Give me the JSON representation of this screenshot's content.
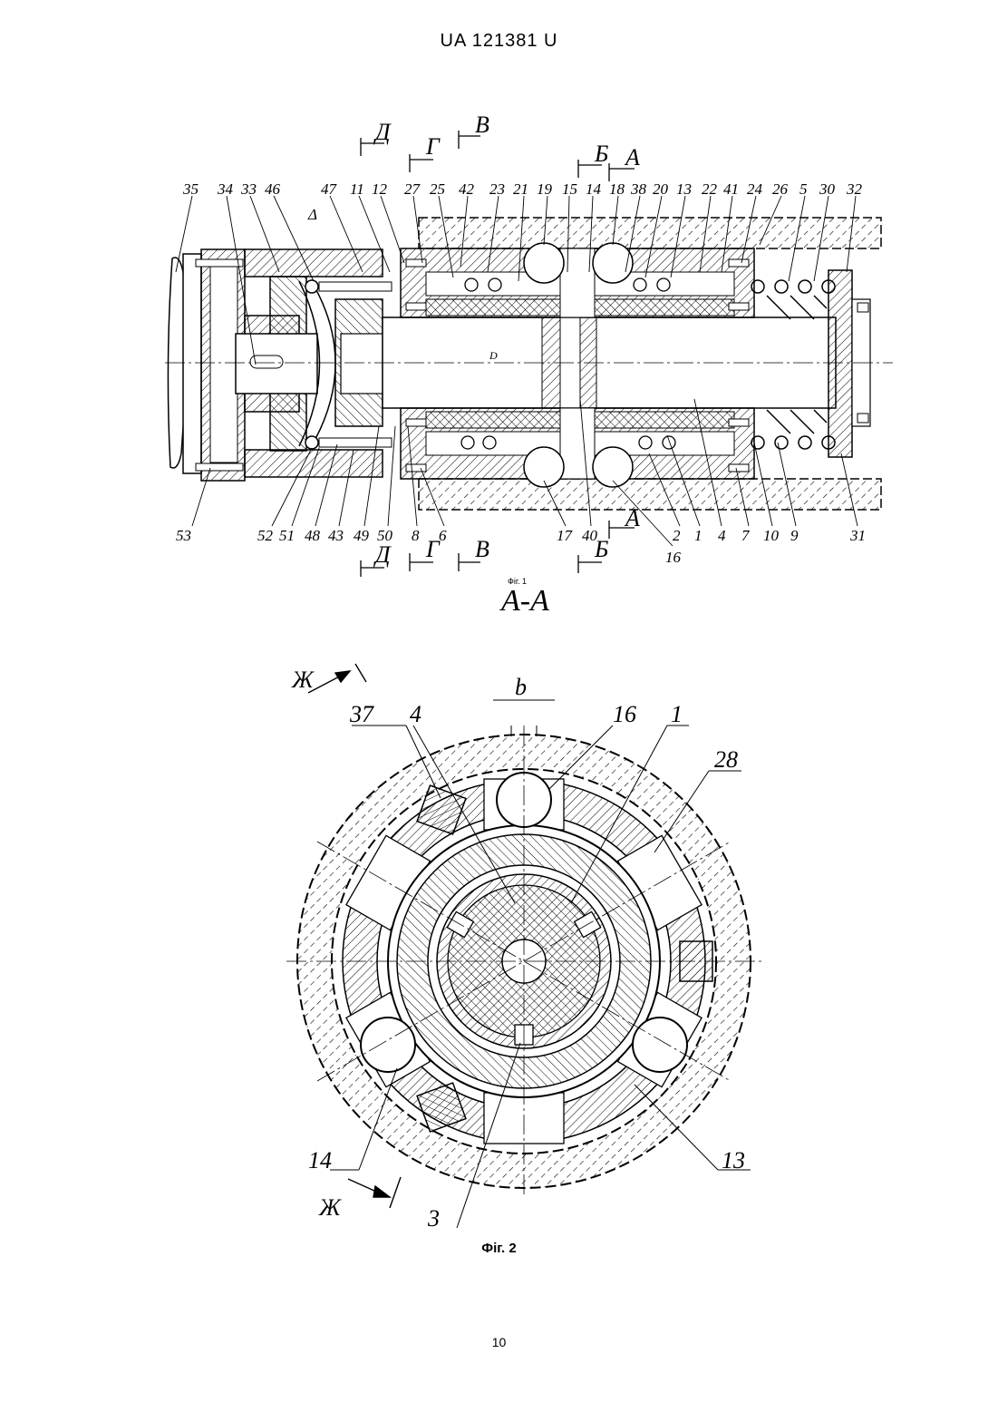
{
  "header": {
    "title": "UA   121381   U"
  },
  "page_number": "10",
  "figure1": {
    "caption": "Фіг. 1",
    "top_labels": [
      "35",
      "34",
      "33",
      "46",
      "47",
      "11",
      "12",
      "27",
      "25",
      "42",
      "23",
      "21",
      "19",
      "15",
      "14",
      "18",
      "38",
      "20",
      "13",
      "22",
      "41",
      "24",
      "26",
      "5",
      "30",
      "32"
    ],
    "bottom_labels": [
      "53",
      "52",
      "51",
      "48",
      "43",
      "49",
      "50",
      "8",
      "6",
      "17",
      "40",
      "2",
      "1",
      "4",
      "7",
      "10",
      "9",
      "31",
      "16"
    ],
    "section_marks": {
      "d": "Д",
      "g": "Г",
      "v": "В",
      "b": "Б",
      "a": "А",
      "delta": "Δ",
      "shaft": "D"
    }
  },
  "figure2": {
    "title": "А-А",
    "caption": "Фіг. 2",
    "labels": {
      "zh_top": "Ж",
      "zh_bottom": "Ж",
      "b": "b",
      "n37": "37",
      "n4": "4",
      "n16": "16",
      "n1": "1",
      "n28": "28",
      "n14": "14",
      "n3": "3",
      "n13": "13"
    }
  }
}
